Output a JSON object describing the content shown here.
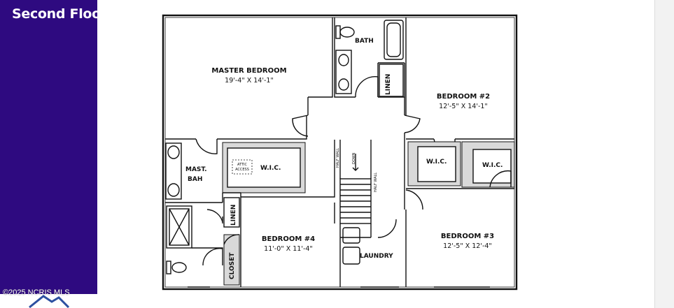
{
  "header": {
    "title": "Second Floor"
  },
  "footer": {
    "copyright": "©2025 NCRIS MLS"
  },
  "colors": {
    "sidebar": "#2e0a80",
    "wall": "#111111",
    "closet_fill": "#d9d9d9"
  },
  "rooms": {
    "master_bedroom": {
      "name": "MASTER BEDROOM",
      "dims": "19'-4\" X 14'-1\""
    },
    "bedroom2": {
      "name": "BEDROOM #2",
      "dims": "12'-5\" X 14'-1\""
    },
    "bedroom3": {
      "name": "BEDROOM #3",
      "dims": "12'-5\" X 12'-4\""
    },
    "bedroom4": {
      "name": "BEDROOM #4",
      "dims": "11'-0\" X 11'-4\""
    },
    "bath": {
      "name": "BATH"
    },
    "linen_top": {
      "name": "LINEN"
    },
    "linen_mid": {
      "name": "LINEN"
    },
    "mast_bath_line1": "MAST.",
    "mast_bath_line2": "BAH",
    "wic_master": {
      "name": "W.I.C."
    },
    "wic_bed2": {
      "name": "W.I.C."
    },
    "wic_bed3": {
      "name": "W.I.C."
    },
    "attic_line1": "ATTIC",
    "attic_line2": "ACCESS",
    "closet": {
      "name": "CLOSET"
    },
    "laundry": {
      "name": "LAUNDRY"
    },
    "half_wall_left": "HALF WALL",
    "half_wall_right": "HALF WALL",
    "stair_down": "DOWN"
  }
}
